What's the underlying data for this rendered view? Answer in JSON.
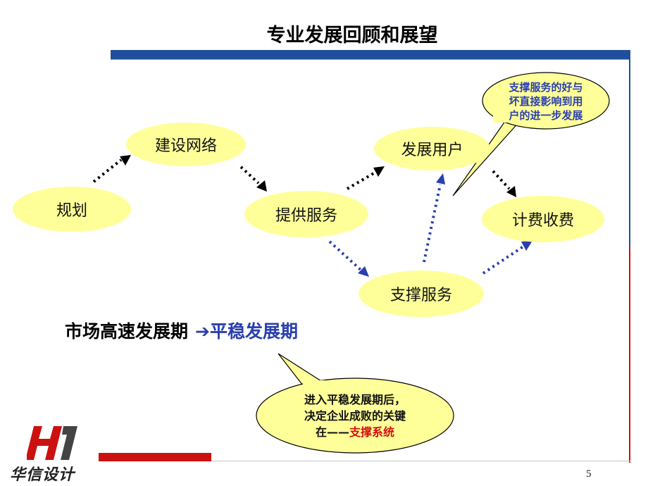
{
  "title": "专业发展回顾和展望",
  "nodes": {
    "plan": "规划",
    "build_network": "建设网络",
    "provide_service": "提供服务",
    "develop_users": "发展用户",
    "billing": "计费收费",
    "support_service": "支撑服务"
  },
  "top_callout": {
    "line1": "支撑服务的好与",
    "line2": "坏直接影响到用",
    "line3": "户的进一步发展"
  },
  "phase": {
    "from": "市场高速发展期",
    "arrow": "➔",
    "to": "平稳发展期"
  },
  "bottom_callout": {
    "line1": "进入平稳发展期后，",
    "line2": "决定企业成败的关键",
    "line3_prefix": "在——",
    "line3_highlight": "支撑系统"
  },
  "logo": {
    "text": "华信设计"
  },
  "page_number": "5",
  "colors": {
    "node_fill": "#ffff99",
    "blue_text": "#2a3fae",
    "red_text": "#d41010",
    "black_arrow": "#000000",
    "blue_arrow": "#2a3fae"
  }
}
